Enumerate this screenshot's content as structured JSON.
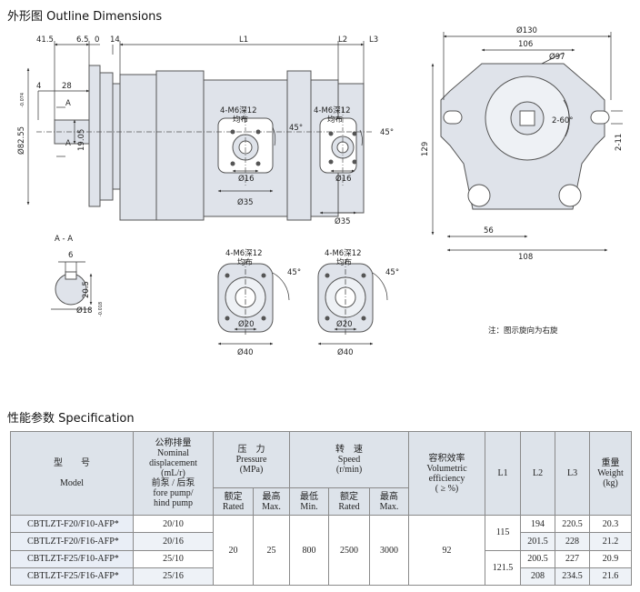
{
  "headings": {
    "outline": "外形图   Outline Dimensions",
    "spec": "性能参数   Specification"
  },
  "note": "注：图示旋向为右旋",
  "dims": {
    "d41_5": "41.5",
    "d6_5": "6.5",
    "d0": "0",
    "d14": "14",
    "L1": "L1",
    "L2": "L2",
    "L3": "L3",
    "d4": "4",
    "d28": "28",
    "A1": "A",
    "A2": "A",
    "d82": "Ø82.55",
    "d82tol": "-0.074",
    "d19": "19.05",
    "m6a": "4-M6深12",
    "m6b": "4-M6深12",
    "junbu1": "均布",
    "junbu2": "均布",
    "deg1": "45°",
    "deg2": "45°",
    "d16a": "Ø16",
    "d16b": "Ø16",
    "d35a": "Ø35",
    "d35b": "Ø35",
    "d130": "Ø130",
    "d106": "106",
    "d97": "Ø97",
    "d260": "2-60°",
    "d129": "129",
    "d211": "2-11",
    "d56": "56",
    "d108": "108",
    "AA": "A - A",
    "d6": "6",
    "d205": "20.5",
    "d18": "Ø18",
    "d18tol": "-0.018",
    "m6c": "4-M6深12",
    "m6d": "4-M6深12",
    "junbu3": "均布",
    "junbu4": "均布",
    "deg3": "45°",
    "deg4": "45°",
    "d20a": "Ø20",
    "d20b": "Ø20",
    "d40a": "Ø40",
    "d40b": "Ø40"
  },
  "table": {
    "h_model": "型　　号",
    "h_model_en": "Model",
    "h_disp": [
      "公称排量",
      "Nominal",
      "displacement",
      "(mL/r)",
      "前泵 / 后泵",
      "fore pump/",
      "hind pump"
    ],
    "h_pressure": [
      "压　力",
      "Pressure",
      "(MPa)"
    ],
    "h_speed": [
      "转　速",
      "Speed",
      "(r/min)"
    ],
    "h_eff": [
      "容积效率",
      "Volumetric",
      "efficiency",
      "( ≥ %)"
    ],
    "h_L1": "L1",
    "h_L2": "L2",
    "h_L3": "L3",
    "h_weight": [
      "重量",
      "Weight",
      "(kg)"
    ],
    "sub": {
      "p_rated": [
        "额定",
        "Rated"
      ],
      "p_max": [
        "最高",
        "Max."
      ],
      "s_min": [
        "最低",
        "Min."
      ],
      "s_rated": [
        "额定",
        "Rated"
      ],
      "s_max": [
        "最高",
        "Max."
      ]
    },
    "rows": [
      {
        "model": "CBTLZT-F20/F10-AFP*",
        "disp": "20/10",
        "L2": "194",
        "L3": "220.5",
        "weight": "20.3"
      },
      {
        "model": "CBTLZT-F20/F16-AFP*",
        "disp": "20/16",
        "L2": "201.5",
        "L3": "228",
        "weight": "21.2"
      },
      {
        "model": "CBTLZT-F25/F10-AFP*",
        "disp": "25/10",
        "L2": "200.5",
        "L3": "227",
        "weight": "20.9"
      },
      {
        "model": "CBTLZT-F25/F16-AFP*",
        "disp": "25/16",
        "L2": "208",
        "L3": "234.5",
        "weight": "21.6"
      }
    ],
    "common": {
      "p_rated": "20",
      "p_max": "25",
      "s_min": "800",
      "s_rated": "2500",
      "s_max": "3000",
      "eff": "92"
    },
    "L1_groups": [
      "115",
      "121.5"
    ]
  }
}
